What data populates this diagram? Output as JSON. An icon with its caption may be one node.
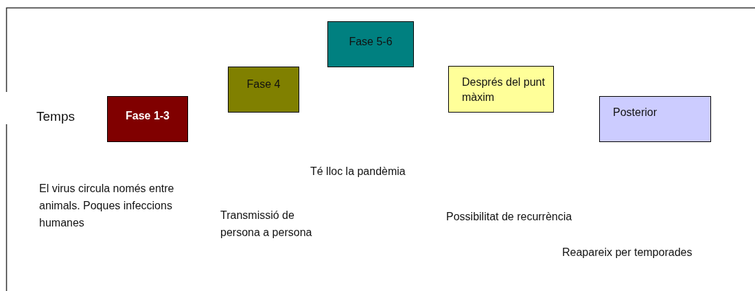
{
  "diagram": {
    "nodes": [
      {
        "text": [
          "Fase 1-3"
        ]
      },
      {
        "text": [
          "Fase 4"
        ]
      },
      {
        "text": [
          "Fase 5-6"
        ]
      },
      {
        "text": [
          "Després del punt màxim"
        ]
      },
      {
        "text": [
          "Posterior"
        ]
      }
    ],
    "labels": [
      "Temps",
      "Té lloc la pandèmia",
      "El virus circula només entre animals. Poques infeccions humanes",
      "Transmissió de persona a persona",
      "Possibilitat de recurrència",
      "Reapareix per temporades"
    ]
  }
}
